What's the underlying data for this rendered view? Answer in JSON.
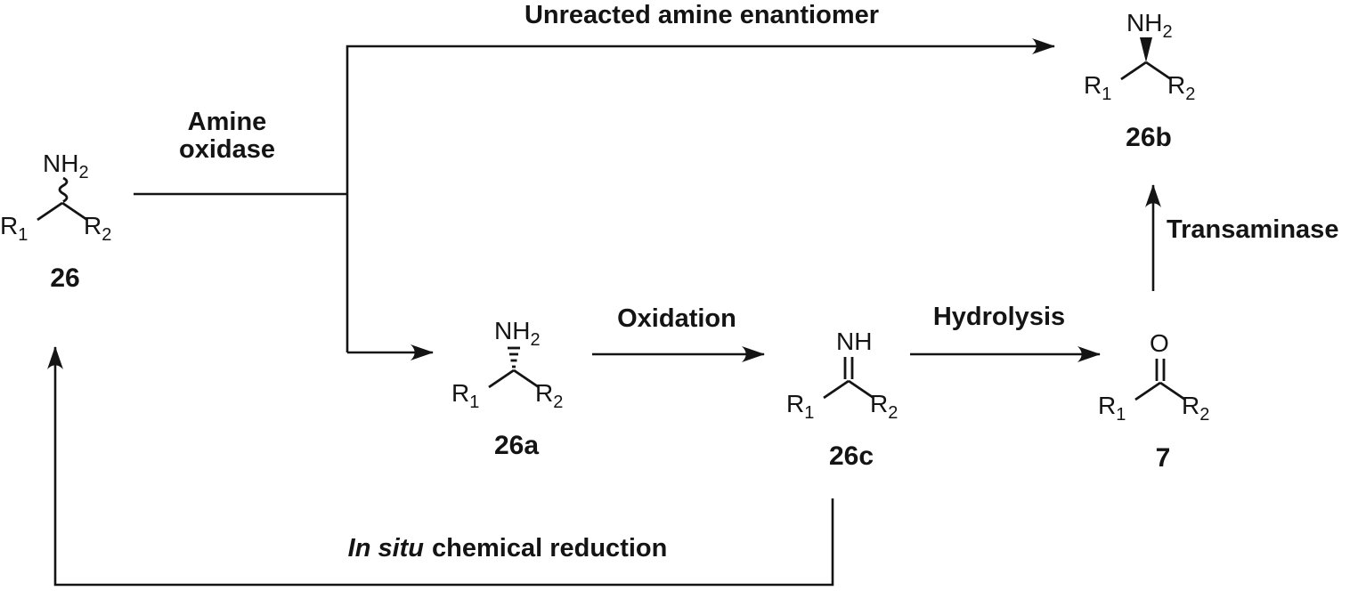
{
  "colors": {
    "background": "#ffffff",
    "ink": "#141414"
  },
  "scheme": {
    "unreacted_label": "Unreacted amine enantiomer",
    "amine_oxidase_line1": "Amine",
    "amine_oxidase_line2": "oxidase",
    "oxidation_label": "Oxidation",
    "hydrolysis_label": "Hydrolysis",
    "transaminase_label": "Transaminase",
    "reduction_italic": "In situ",
    "reduction_rest": "chemical reduction"
  },
  "molecules": {
    "m26": {
      "id": "26",
      "top_main": "NH",
      "top_sub": "2",
      "left_main": "R",
      "left_sub": "1",
      "right_main": "R",
      "right_sub": "2",
      "stereo_bond": "wavy"
    },
    "m26a": {
      "id": "26a",
      "top_main": "NH",
      "top_sub": "2",
      "left_main": "R",
      "left_sub": "1",
      "right_main": "R",
      "right_sub": "2",
      "stereo_bond": "hashed-wedge"
    },
    "m26b": {
      "id": "26b",
      "top_main": "NH",
      "top_sub": "2",
      "left_main": "R",
      "left_sub": "1",
      "right_main": "R",
      "right_sub": "2",
      "stereo_bond": "bold-wedge"
    },
    "m26c": {
      "id": "26c",
      "top_main": "NH",
      "top_sub": "",
      "left_main": "R",
      "left_sub": "1",
      "right_main": "R",
      "right_sub": "2",
      "stereo_bond": "double"
    },
    "m7": {
      "id": "7",
      "top_main": "O",
      "top_sub": "",
      "left_main": "R",
      "left_sub": "1",
      "right_main": "R",
      "right_sub": "2",
      "stereo_bond": "double"
    }
  }
}
